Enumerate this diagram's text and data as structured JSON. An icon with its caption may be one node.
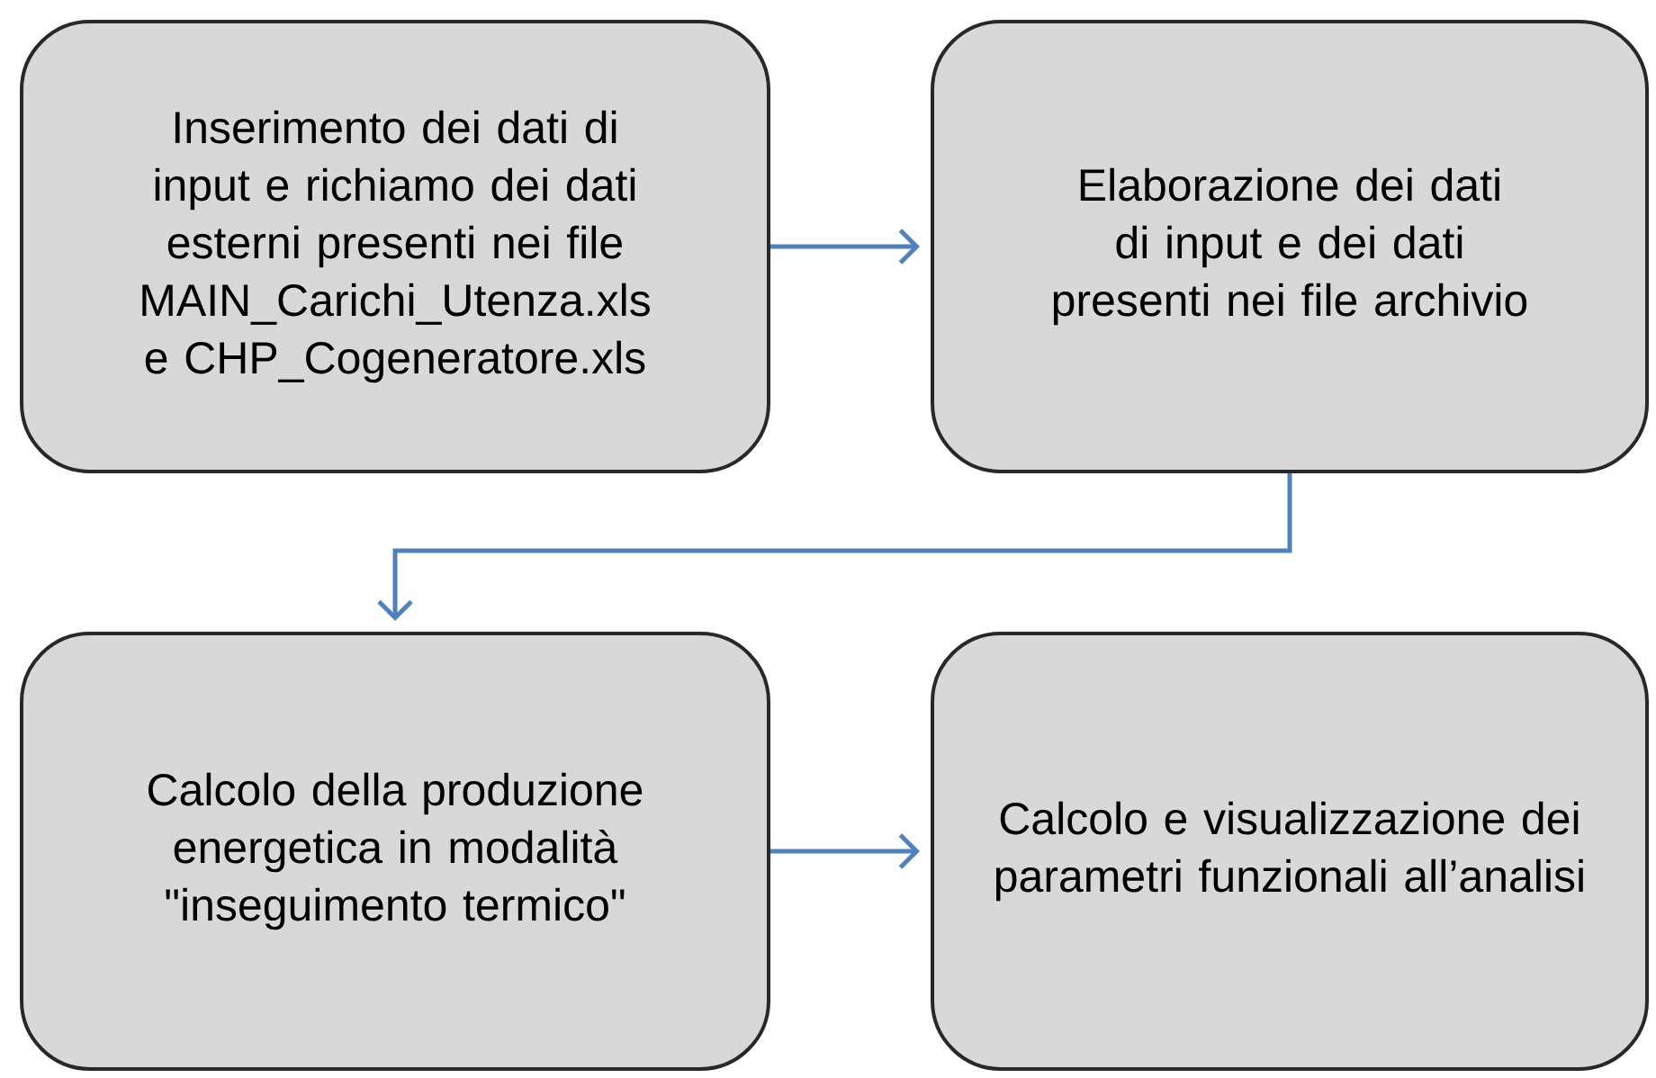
{
  "diagram": {
    "nodes": [
      {
        "text": [
          "Inserimento dei dati di input e richiamo dei dati esterni presenti nei file MAIN_Carichi_Utenza.xls e CHP_Cogeneratore.xls"
        ]
      },
      {
        "text": [
          "Elaborazione dei dati di input e dei dati presenti nei file archivio"
        ]
      },
      {
        "text": [
          "Calcolo della produzione energetica in modalità \"inseguimento termico\""
        ]
      },
      {
        "text": [
          "Calcolo e visualizzazione dei parametri funzionali all’analisi"
        ]
      }
    ],
    "edges": [
      {
        "from": 0,
        "to": 1,
        "arrow": "to"
      },
      {
        "from": 1,
        "to": 2,
        "arrow": "to"
      },
      {
        "from": 2,
        "to": 3,
        "arrow": "to"
      }
    ]
  }
}
